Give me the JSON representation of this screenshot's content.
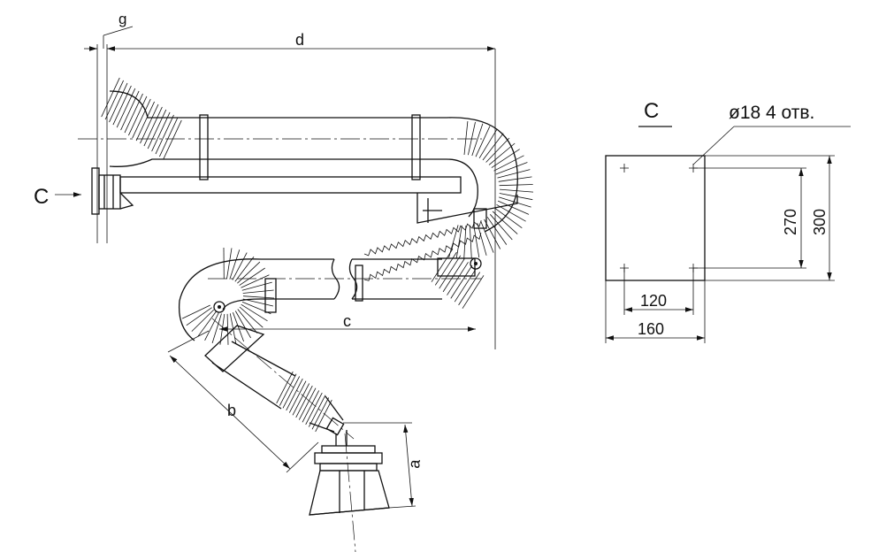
{
  "labels": {
    "g": "g",
    "d": "d",
    "c": "c",
    "b": "b",
    "a": "a",
    "view_arrow": "C",
    "view_title": "C",
    "holes_note": "ø18 4 отв.",
    "dim_270": "270",
    "dim_300": "300",
    "dim_120": "120",
    "dim_160": "160"
  }
}
